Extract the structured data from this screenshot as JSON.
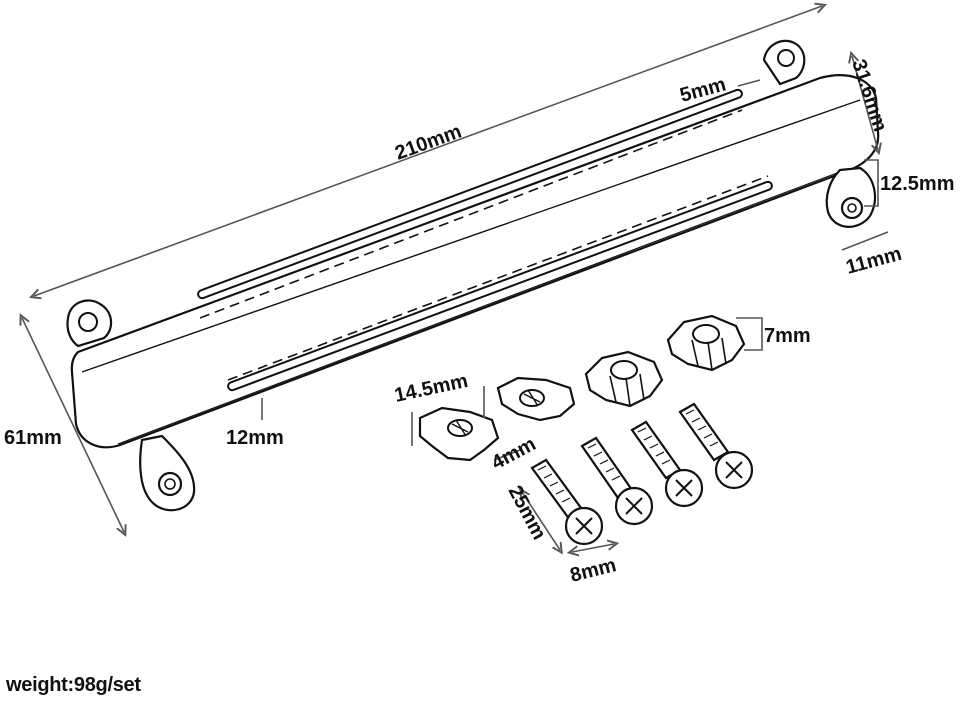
{
  "labels": {
    "length": "210mm",
    "slot_width": "5mm",
    "depth": "31.6mm",
    "end_height": "12.5mm",
    "end_width": "11mm",
    "total_height": "61mm",
    "handle_width": "12mm",
    "nut_size": "14.5mm",
    "nut_height": "7mm",
    "nut_hole": "4mm",
    "screw_length": "25mm",
    "screw_head": "8mm"
  },
  "footer": {
    "weight": "weight:98g/set"
  }
}
